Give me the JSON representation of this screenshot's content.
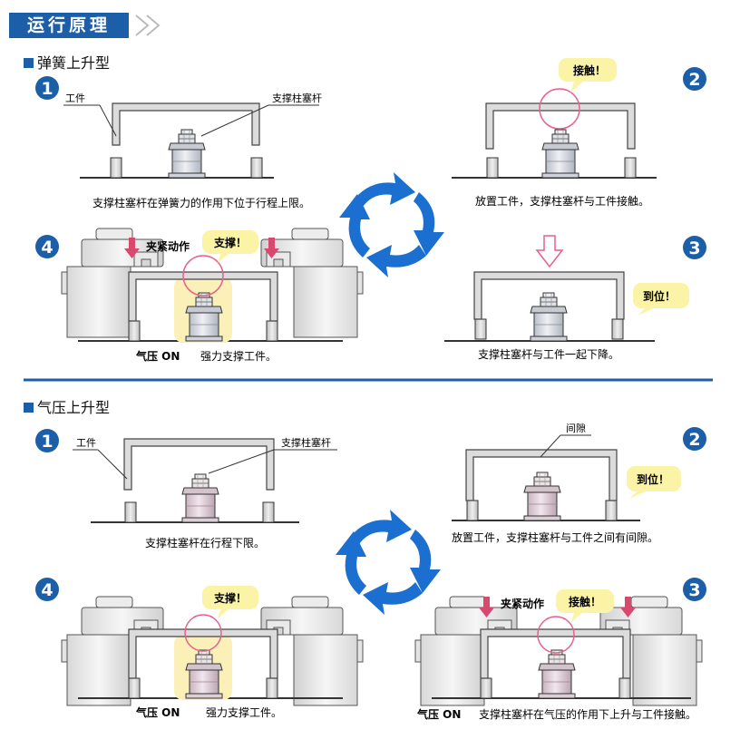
{
  "header": {
    "title": "运行原理"
  },
  "sections": [
    {
      "title": "弹簧上升型",
      "steps": [
        {
          "num": "1",
          "caption": "支撑柱塞杆在弹簧力的作用下位于行程上限。",
          "label_workpiece": "工件",
          "label_rod": "支撑柱塞杆"
        },
        {
          "num": "2",
          "caption": "放置工件，支撑柱塞杆与工件接触。",
          "bubble": "接触！"
        },
        {
          "num": "3",
          "caption": "支撑柱塞杆与工件一起下降。",
          "bubble": "到位！"
        },
        {
          "num": "4",
          "caption_prefix": "气压 ON",
          "caption": "强力支撑工件。",
          "bubble": "支撑！",
          "clamp_label": "夹紧动作"
        }
      ]
    },
    {
      "title": "气压上升型",
      "steps": [
        {
          "num": "1",
          "caption": "支撑柱塞杆在行程下限。",
          "label_workpiece": "工件",
          "label_rod": "支撑柱塞杆"
        },
        {
          "num": "2",
          "caption": "放置工件，支撑柱塞杆与工件之间有间隙。",
          "bubble": "到位！",
          "label_gap": "间隙"
        },
        {
          "num": "3",
          "caption_prefix": "气压 ON",
          "caption": "支撑柱塞杆在气压的作用下上升与工件接触。",
          "bubble": "接触！",
          "clamp_label": "夹紧动作"
        },
        {
          "num": "4",
          "caption_prefix": "气压 ON",
          "caption": "强力支撑工件。",
          "bubble": "支撑！"
        }
      ]
    }
  ],
  "colors": {
    "brand_blue": "#1d5ea8",
    "cycle_arrow": "#1b6fd0",
    "bubble_fill": "#fbf3a6",
    "highlight_pink": "#e8618a",
    "support_glow": "#fbf0b8",
    "body_spring": "#d9dde4",
    "body_air": "#e3d5dc"
  }
}
